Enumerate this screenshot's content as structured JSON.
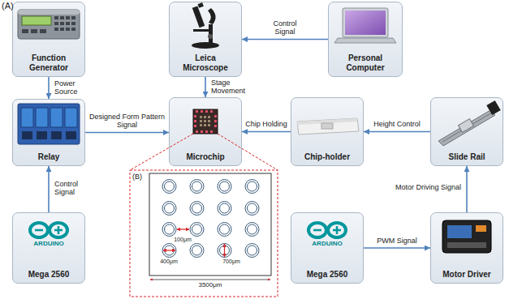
{
  "diagram": {
    "nodes": [
      {
        "text": [
          "Function Generator"
        ]
      },
      {
        "text": [
          "Leica Microscope"
        ]
      },
      {
        "text": [
          "Personal Computer"
        ]
      },
      {
        "text": [
          "Relay"
        ]
      },
      {
        "text": [
          "Microchip"
        ]
      },
      {
        "text": [
          "Chip-holder"
        ]
      },
      {
        "text": [
          "Slide Rail"
        ]
      },
      {
        "text": [
          "Mega 2560"
        ]
      },
      {
        "text": [
          "Mega 2560"
        ]
      },
      {
        "text": [
          "Motor Driver"
        ]
      }
    ],
    "edges": [
      {
        "from": 0,
        "to": 3,
        "arrow": "to",
        "label": "Power Source"
      },
      {
        "from": 2,
        "to": 1,
        "arrow": "to",
        "label": "Control Signal"
      },
      {
        "from": 1,
        "to": 4,
        "arrow": "to",
        "label": "Stage Movement"
      },
      {
        "from": 3,
        "to": 4,
        "arrow": "to",
        "label": "Designed Form Pattern Signal"
      },
      {
        "from": 5,
        "to": 4,
        "arrow": "to",
        "label": "Chip Holding"
      },
      {
        "from": 6,
        "to": 5,
        "arrow": "to",
        "label": "Height Control"
      },
      {
        "from": 7,
        "to": 3,
        "arrow": "to",
        "label": "Control Signal"
      },
      {
        "from": 8,
        "to": 9,
        "arrow": "to",
        "label": "PWM Signal"
      },
      {
        "from": 9,
        "to": 6,
        "arrow": "to",
        "label": "Motor Driving Signal"
      }
    ],
    "labels": [
      "(A)",
      "(B)",
      "100μm",
      "400μm",
      "700μm",
      "3500μm",
      "ARDUINO",
      "ARDUINO"
    ]
  }
}
